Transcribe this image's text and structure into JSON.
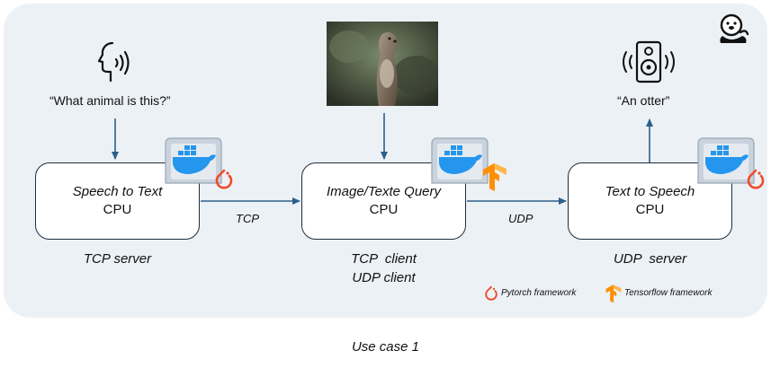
{
  "nodes": [
    {
      "title": "Speech to Text",
      "cpu": "CPU",
      "role": "TCP server",
      "framework": "pytorch"
    },
    {
      "title": "Image/Texte Query",
      "cpu": "CPU",
      "role": "TCP  client\nUDP client",
      "framework": "tensorflow"
    },
    {
      "title": "Text to Speech",
      "cpu": "CPU",
      "role": "UDP  server",
      "framework": "pytorch"
    }
  ],
  "edges": [
    {
      "label": "TCP"
    },
    {
      "label": "UDP"
    }
  ],
  "input_quote": "“What animal is this?”",
  "output_quote": "“An otter”",
  "legend": {
    "pytorch": "Pytorch framework",
    "tensorflow": "Tensorflow framework"
  },
  "caption": "Use case 1",
  "icons": {
    "speaking_head": "speaking-head-icon",
    "speaker": "speaker-icon",
    "otter_logo": "otter-logo-icon",
    "docker": "docker-icon",
    "pytorch": "pytorch-icon",
    "tensorflow": "tensorflow-icon",
    "otter_photo": "otter-photo"
  },
  "colors": {
    "panel": "#ecf1f6",
    "arrow": "#2c5f8a",
    "docker_blue": "#2496ed",
    "pytorch": "#ee4c2c",
    "tensorflow": "#ff8f00"
  }
}
